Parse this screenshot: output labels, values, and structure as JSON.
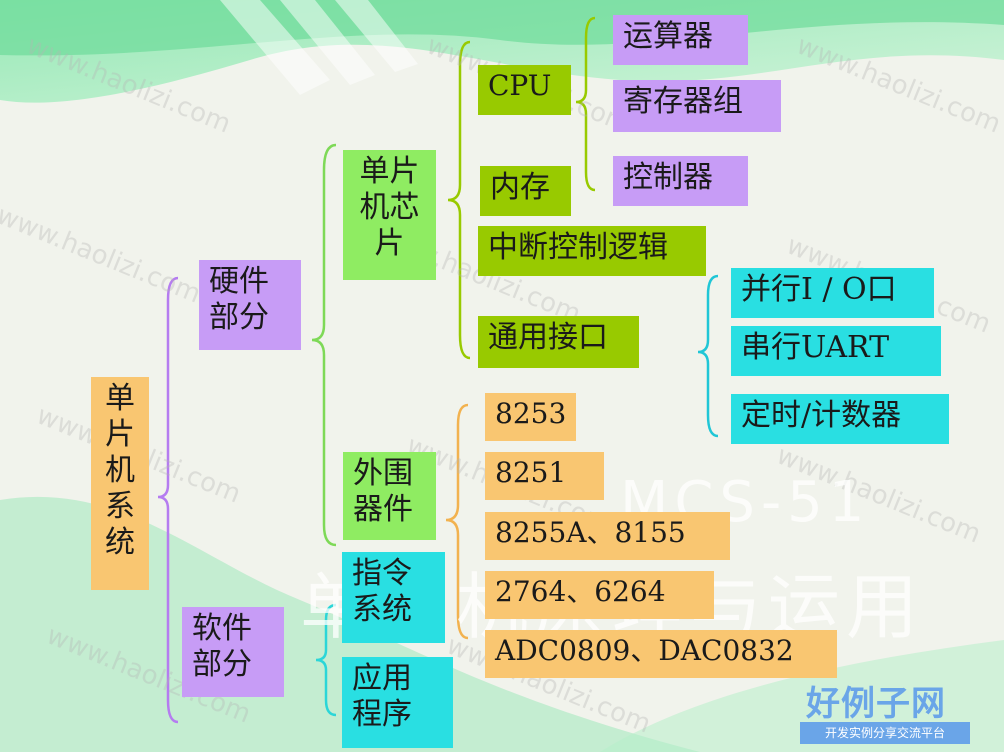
{
  "diagram": {
    "root": "单\n片\n机\n系\n统",
    "hardware": "硬件\n部分",
    "software": "软件\n部分",
    "chip": "单片\n机芯\n片",
    "peripheral": "外围\n器件",
    "instruction": "指令\n系统",
    "application": "应用\n程序",
    "cpu": "CPU",
    "memory": "内存",
    "interrupt": "中断控制逻辑",
    "general_io": "通用接口",
    "alu": "运算器",
    "registers": "寄存器组",
    "controller": "控制器",
    "parallel_io": "并行I / O口",
    "serial_uart": "串行UART",
    "timer": "定时/计数器",
    "p1": "8253",
    "p2": "8251",
    "p3": "8255A、8155",
    "p4": "2764、6264",
    "p5": "ADC0809、DAC0832"
  },
  "background": {
    "watermark": "www.haolizi.com",
    "title_line1": "MCS-51",
    "title_line2": "单片机原理与运用"
  },
  "logo": {
    "main": "好例子网",
    "sub": "开发实例分享交流平台"
  },
  "colors": {
    "purple": "#c79cf6",
    "green": "#8fec62",
    "olive": "#98ca00",
    "cyan": "#29dfe2",
    "orange": "#f9c671",
    "logo": "#6aa5e8"
  }
}
